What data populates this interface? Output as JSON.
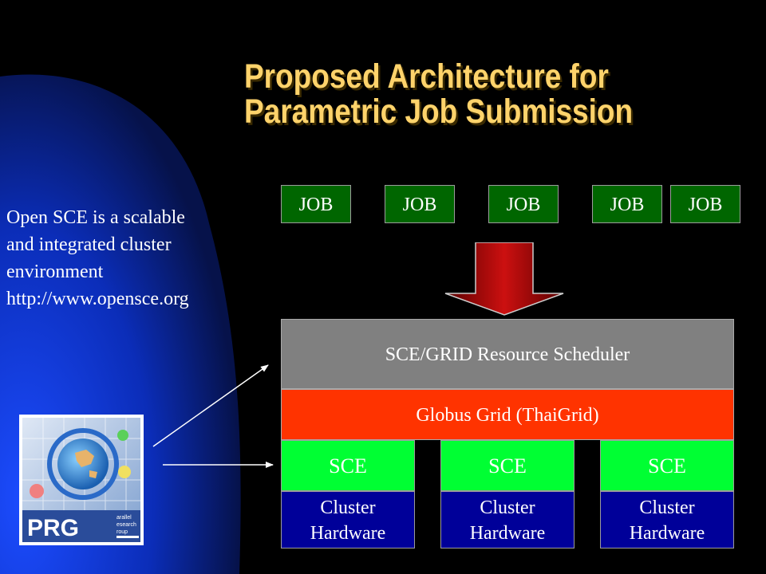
{
  "title": {
    "line1": "Proposed Architecture for",
    "line2": "Parametric Job Submission"
  },
  "description": {
    "line1": "Open SCE is a scalable",
    "line2": "and integrated cluster",
    "line3": "environment",
    "line4": "http://www.opensce.org"
  },
  "jobs": [
    "JOB",
    "JOB",
    "JOB",
    "JOB",
    "JOB"
  ],
  "scheduler": "SCE/GRID Resource Scheduler",
  "globus": "Globus Grid (ThaiGrid)",
  "nodes": [
    {
      "sce": "SCE",
      "hw_line1": "Cluster",
      "hw_line2": "Hardware"
    },
    {
      "sce": "SCE",
      "hw_line1": "Cluster",
      "hw_line2": "Hardware"
    },
    {
      "sce": "SCE",
      "hw_line1": "Cluster",
      "hw_line2": "Hardware"
    }
  ],
  "logo": {
    "text": "PRG",
    "small_lines": [
      "arallel",
      "esearch",
      "roup"
    ]
  },
  "colors": {
    "title": "#FFD36B",
    "job": "#006600",
    "scheduler": "#808080",
    "globus": "#FF3300",
    "sce": "#00FF33",
    "hardware": "#000099",
    "arrow": "#990000"
  }
}
